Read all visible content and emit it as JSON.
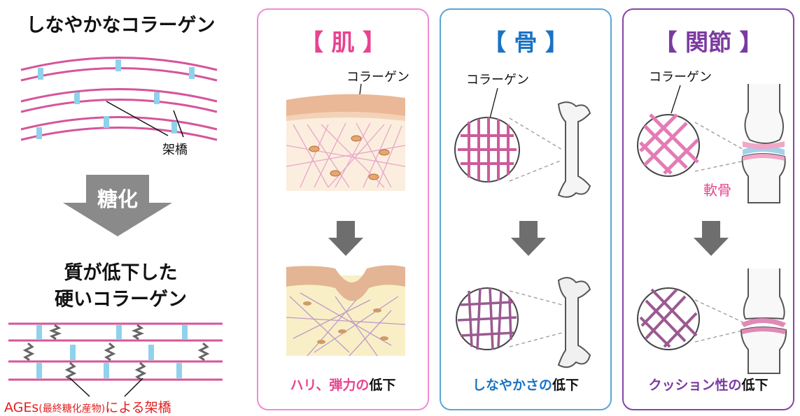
{
  "left": {
    "top_title": "しなやかなコラーゲン",
    "crosslink_label": "架橋",
    "arrow_label": "糖化",
    "bottom_title_line1": "質が低下した",
    "bottom_title_line2": "硬いコラーゲン",
    "ages_label_main_a": "AGEs",
    "ages_label_paren": "(最終糖化産物)",
    "ages_label_main_b": "による架橋"
  },
  "panels": [
    {
      "title": "【 肌 】",
      "collagen_label": "コラーゲン",
      "caption_colored": "ハリ、弾力の",
      "caption_rest": "低下"
    },
    {
      "title": "【 骨 】",
      "collagen_label": "コラーゲン",
      "caption_colored": "しなやかさの",
      "caption_rest": "低下"
    },
    {
      "title": "【 関節 】",
      "collagen_label": "コラーゲン",
      "cartilage_label": "軟骨",
      "caption_colored": "クッション性の",
      "caption_rest": "低下"
    }
  ],
  "colors": {
    "pink": "#e8438f",
    "blue": "#1a73c4",
    "purple": "#7b3aa0",
    "panel_pink_border": "#f28ad8",
    "panel_blue_border": "#5aa6d6",
    "panel_purple_border": "#8446a8",
    "ages_red": "#e02020"
  }
}
